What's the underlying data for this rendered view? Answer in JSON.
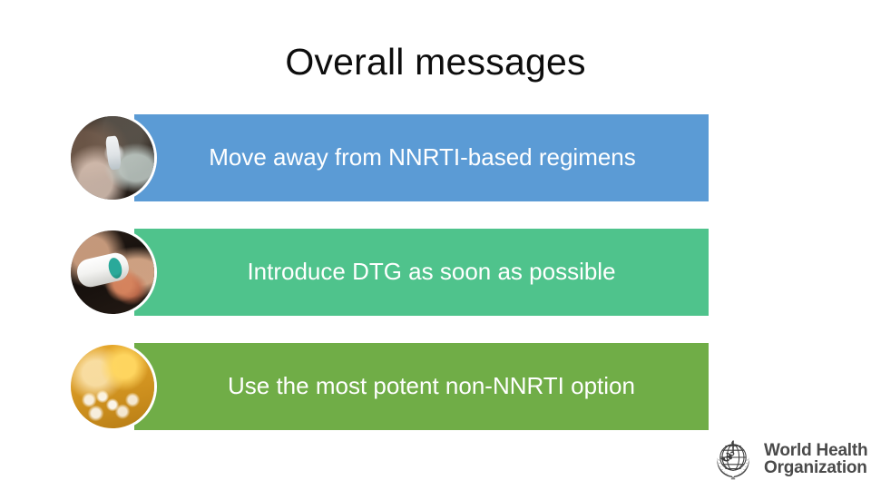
{
  "slide": {
    "title": "Overall messages",
    "background_color": "#ffffff",
    "title_color": "#0d0d0d"
  },
  "messages": [
    {
      "text": "Move away from NNRTI-based regimens",
      "bar_color": "#5b9bd5",
      "text_color": "#ffffff",
      "image_name": "clinic-hands-bottle-photo"
    },
    {
      "text": "Introduce DTG as soon as possible",
      "bar_color": "#4fc38c",
      "text_color": "#ffffff",
      "image_name": "hand-pouring-pills-photo"
    },
    {
      "text": "Use the most potent non-NNRTI option",
      "bar_color": "#70ad47",
      "text_color": "#ffffff",
      "image_name": "golden-pills-bottle-photo"
    }
  ],
  "logo": {
    "emblem_name": "who-emblem-icon",
    "line1": "World Health",
    "line2": "Organization",
    "color": "#4a4a4a"
  }
}
